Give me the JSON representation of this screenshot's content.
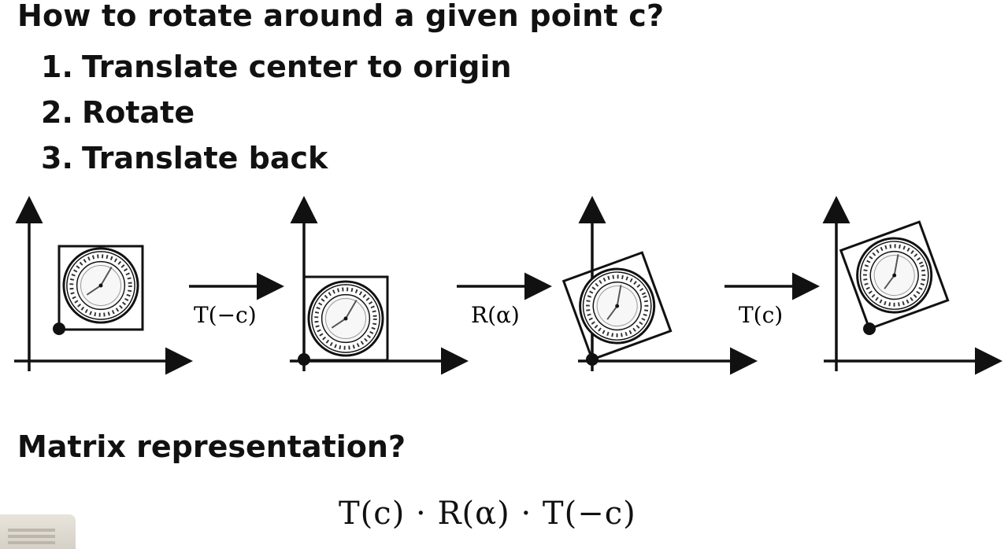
{
  "slide": {
    "title": "How to rotate around a given point c?",
    "steps": [
      {
        "num": "1.",
        "text": "Translate center to origin"
      },
      {
        "num": "2.",
        "text": "Rotate"
      },
      {
        "num": "3.",
        "text": "Translate back"
      }
    ],
    "transforms": {
      "t_neg": "T(−c)",
      "rot": "R(α)",
      "t_pos": "T(c)"
    },
    "matrix_heading": "Matrix representation?",
    "formula": "T(c) · R(α) · T(−c)",
    "colors": {
      "ink": "#111111",
      "background": "#ffffff"
    }
  }
}
